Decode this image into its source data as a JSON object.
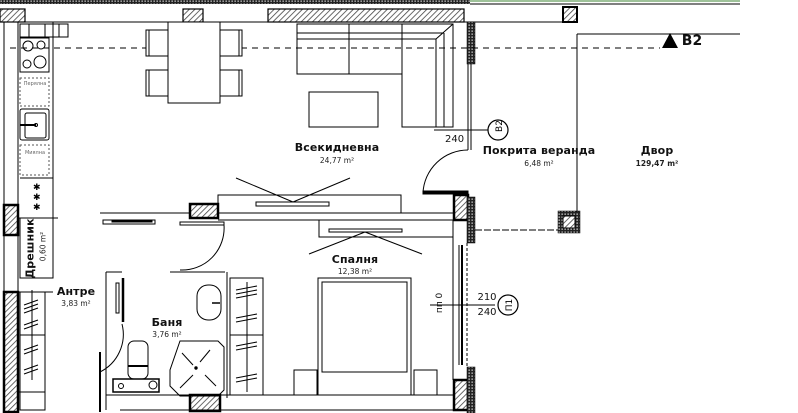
{
  "plan": {
    "rooms": [
      {
        "name": "Всекидневна",
        "area": "24,77 m²"
      },
      {
        "name": "Покрита веранда",
        "area": "6,48 m²"
      },
      {
        "name": "Двор",
        "area": "129,47 m²"
      },
      {
        "name": "Спалня",
        "area": "12,38 m²"
      },
      {
        "name": "Антре",
        "area": "3,83 m²"
      },
      {
        "name": "Баня",
        "area": "3,76 m²"
      },
      {
        "name": "Дрешник",
        "area": "0,60 m²"
      }
    ],
    "appliances": {
      "washer": "Перялна",
      "dishwasher": "Миялна"
    },
    "section_marker": {
      "label": "B2"
    },
    "window_tags": [
      {
        "code": "B2",
        "dim": "240"
      },
      {
        "code": "П1",
        "dim_top": "210",
        "dim_bottom": "240",
        "sill": "пп 0"
      }
    ],
    "colors": {
      "line": "#000000",
      "hatch": "#555555",
      "background": "#ffffff",
      "top_strip": "#c8d8c0"
    }
  }
}
